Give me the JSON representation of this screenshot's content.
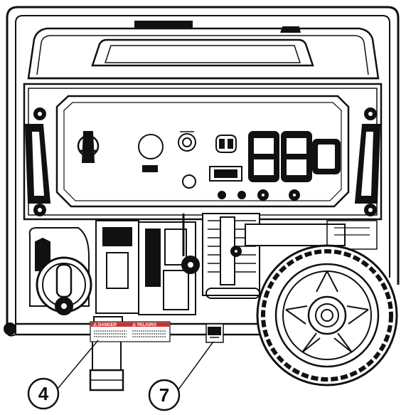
{
  "callouts": [
    {
      "number": "4"
    },
    {
      "number": "7"
    }
  ],
  "warning_label": {
    "left_title": "⚠ DANGER",
    "right_title": "⚠ PELIGRO",
    "header_color": "#d32f2f"
  },
  "colors": {
    "line": "#111111",
    "fill_dark": "#1a1a1a",
    "fill_light": "#ffffff"
  },
  "icons": [
    "choke-lever-icon",
    "outlet-icon",
    "wheel-icon",
    "fuel-valve-icon"
  ]
}
